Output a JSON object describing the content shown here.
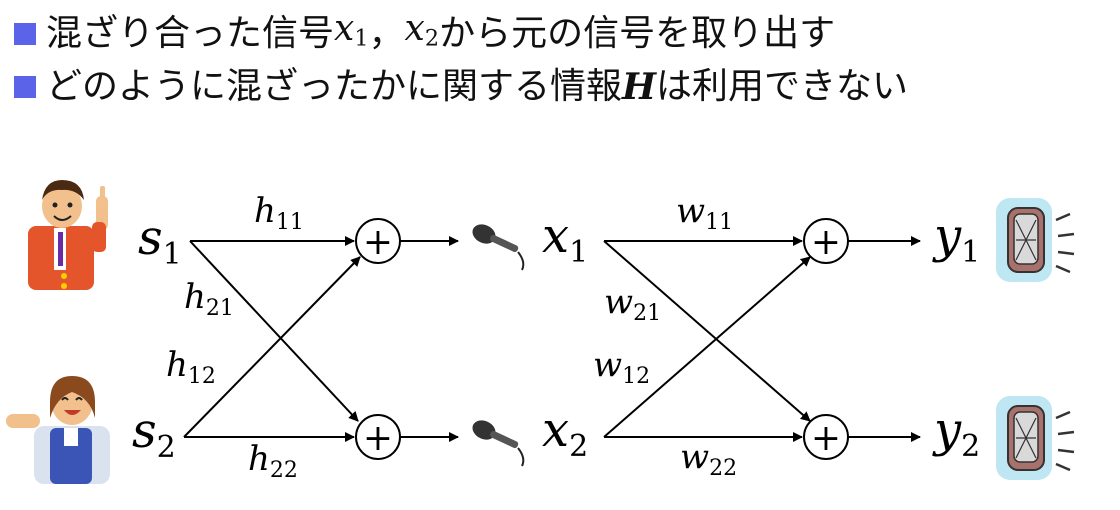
{
  "bullets": [
    {
      "pre": "混ざり合った信号 ",
      "v1": "x",
      "s1": "1",
      "sep": "， ",
      "v2": "x",
      "s2": "2",
      "post": " から元の信号を取り出す"
    },
    {
      "pre": "どのように混ざったかに関する情報 ",
      "v": "H",
      "post": " は利用できない"
    }
  ],
  "colors": {
    "bullet": "#5b63e8",
    "line": "#000000"
  },
  "diagram": {
    "sources": [
      {
        "var": "s",
        "sub": "1"
      },
      {
        "var": "s",
        "sub": "2"
      }
    ],
    "mixed": [
      {
        "var": "x",
        "sub": "1"
      },
      {
        "var": "x",
        "sub": "2"
      }
    ],
    "outputs": [
      {
        "var": "y",
        "sub": "1"
      },
      {
        "var": "y",
        "sub": "2"
      }
    ],
    "mix_weights": [
      {
        "var": "h",
        "sub": "11"
      },
      {
        "var": "h",
        "sub": "21"
      },
      {
        "var": "h",
        "sub": "12"
      },
      {
        "var": "h",
        "sub": "22"
      }
    ],
    "demix_weights": [
      {
        "var": "w",
        "sub": "11"
      },
      {
        "var": "w",
        "sub": "21"
      },
      {
        "var": "w",
        "sub": "12"
      },
      {
        "var": "w",
        "sub": "22"
      }
    ],
    "sum_symbol": "+",
    "icons": [
      "man-speaker-icon",
      "woman-speaker-icon",
      "microphone-icon",
      "loudspeaker-icon"
    ]
  }
}
